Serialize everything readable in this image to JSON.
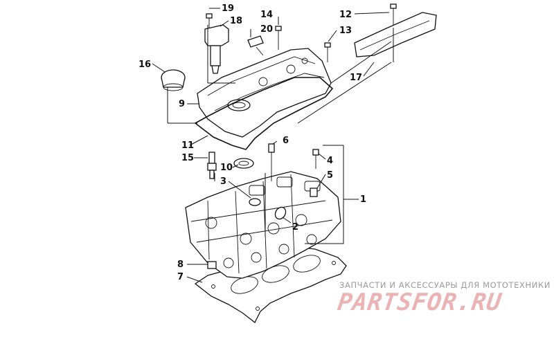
{
  "callouts": {
    "c1": "1",
    "c2": "2",
    "c3": "3",
    "c4": "4",
    "c5": "5",
    "c6": "6",
    "c7": "7",
    "c8": "8",
    "c9": "9",
    "c10": "10",
    "c11": "11",
    "c12": "12",
    "c13": "13",
    "c14": "14",
    "c15": "15",
    "c16": "16",
    "c17": "17",
    "c18": "18",
    "c19": "19",
    "c20": "20"
  },
  "watermark": {
    "tagline": "ЗАПЧАСТИ И АКСЕССУАРЫ ДЛЯ МОТОТЕХНИКИ",
    "logo": "PARTSFOR.RU",
    "logo_color": "#e8a6a6",
    "tagline_color": "#9a9a9a"
  }
}
